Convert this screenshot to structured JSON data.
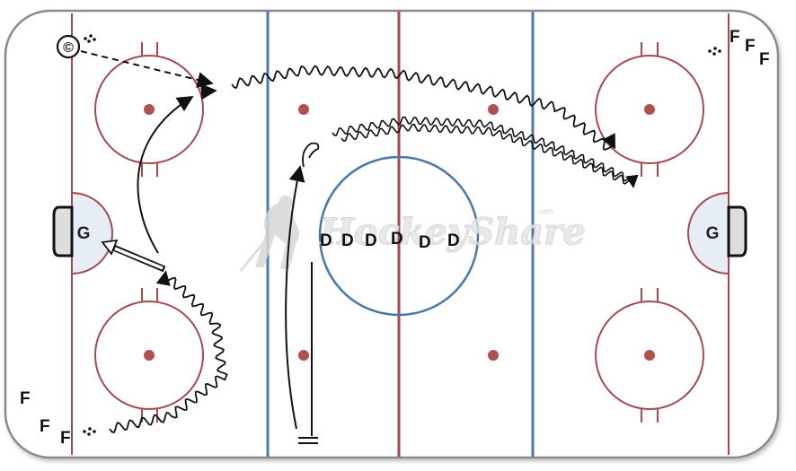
{
  "watermark": {
    "brand": "HockeyShare",
    "suffix": ".com"
  },
  "goalies": {
    "left": "G",
    "right": "G"
  },
  "coach": {
    "label": "©"
  },
  "forwards": {
    "right_group": [
      "F",
      "F",
      "F"
    ],
    "left_group": [
      "F",
      "F",
      "F"
    ]
  },
  "defense": {
    "line": [
      "D",
      "D",
      "D",
      "D",
      "D",
      "D"
    ]
  },
  "colors": {
    "rink_border": "#8a8a8a",
    "red_line": "#a34a50",
    "blue_line": "#4a78a8",
    "faceoff_dot": "#b05050",
    "crease_fill": "#e6edf5",
    "net_fill": "#dddddd",
    "skating": "#111111"
  }
}
